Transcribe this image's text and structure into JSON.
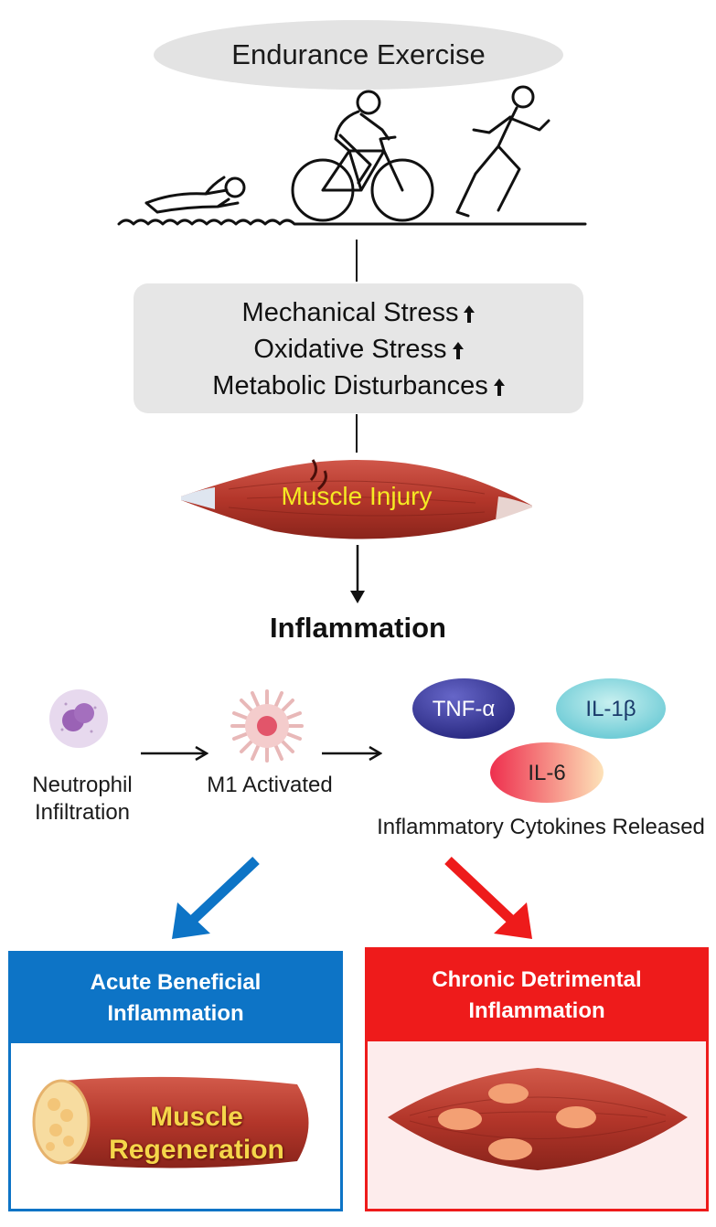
{
  "title": "Endurance Exercise",
  "stresses": [
    {
      "label": "Mechanical Stress"
    },
    {
      "label": "Oxidative Stress"
    },
    {
      "label": "Metabolic Disturbances"
    }
  ],
  "injury_label": "Muscle Injury",
  "inflammation_title": "Inflammation",
  "cells": {
    "neutrophil_label_1": "Neutrophil",
    "neutrophil_label_2": "Infiltration",
    "m1_label": "M1 Activated"
  },
  "cytokines": {
    "tnf": "TNF-α",
    "il1": "IL-1β",
    "il6": "IL-6",
    "caption": "Inflammatory Cytokines Released"
  },
  "outcomes": {
    "acute_line1": "Acute Beneficial",
    "acute_line2": "Inflammation",
    "regen_line1": "Muscle",
    "regen_line2": "Regeneration",
    "chronic_line1": "Chronic Detrimental",
    "chronic_line2": "Inflammation"
  },
  "colors": {
    "acute": "#0d74c6",
    "chronic": "#ee1b1b",
    "chronic_bg": "#fdecec",
    "muscle": "#b3362a",
    "tnf": "#3a3aa0",
    "il1": "#6fd0d8",
    "il6": "#f0555e"
  }
}
